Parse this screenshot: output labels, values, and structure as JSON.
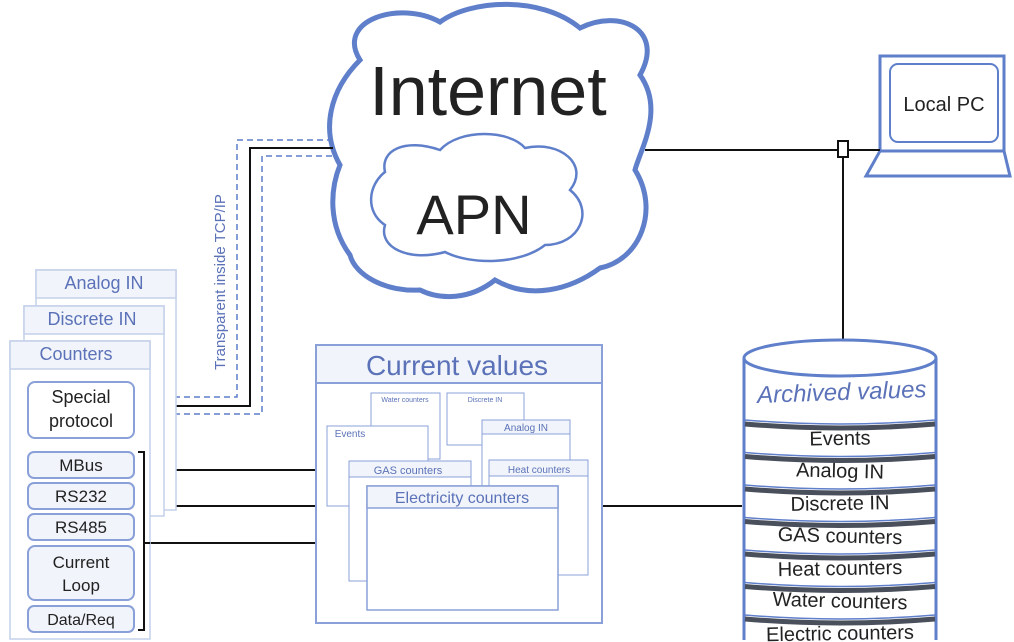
{
  "internet": {
    "title": "Internet",
    "apn": "APN"
  },
  "local_pc": {
    "label": "Local PC"
  },
  "link": {
    "label": "Transparent inside TCP/IP"
  },
  "device": {
    "tabs": [
      "Analog IN",
      "Discrete IN",
      "Counters"
    ],
    "protocol": {
      "line1": "Special",
      "line2": "protocol"
    },
    "interfaces": {
      "mbus": "MBus",
      "rs232": "RS232",
      "rs485": "RS485",
      "current_loop": {
        "line1": "Current",
        "line2": "Loop"
      },
      "data_req": "Data/Req"
    }
  },
  "current_values": {
    "title": "Current values",
    "panels": {
      "water": "Water counters",
      "discrete": "Discrete IN",
      "events": "Events",
      "analog": "Analog IN",
      "gas": "GAS counters",
      "heat": "Heat counters",
      "electricity": "Electricity counters"
    }
  },
  "archive": {
    "title": "Archived values",
    "items": [
      "Events",
      "Analog IN",
      "Discrete IN",
      "GAS counters",
      "Heat counters",
      "Water counters",
      "Electric counters"
    ]
  },
  "colors": {
    "blue": "#5f7fca",
    "light_blue": "#a9bde6",
    "line": "#111111",
    "text": "#222222",
    "tab_text": "#5b72b8",
    "pale_fill": "#f1f4fb"
  }
}
